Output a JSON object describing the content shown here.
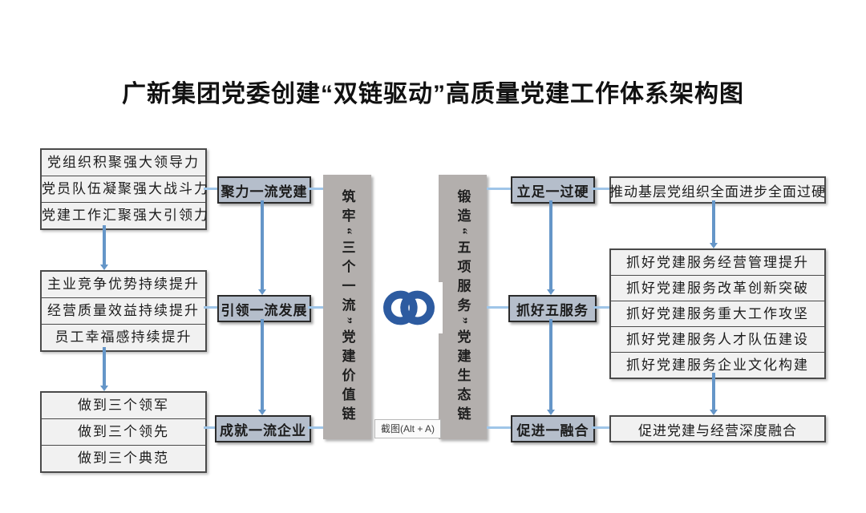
{
  "title": "广新集团党委创建“双链驱动”高质量党建工作体系架构图",
  "left_groups": [
    {
      "items": [
        "党组织积聚强大领导力",
        "党员队伍凝聚强大战斗力",
        "党建工作汇聚强大引领力"
      ]
    },
    {
      "items": [
        "主业竞争优势持续提升",
        "经营质量效益持续提升",
        "员工幸福感持续提升"
      ]
    },
    {
      "items": [
        "做到三个领军",
        "做到三个领先",
        "做到三个典范"
      ]
    }
  ],
  "value_nodes": [
    "聚力一流党建",
    "引领一流发展",
    "成就一流企业"
  ],
  "bars": {
    "value_chain": "筑牢“三个一流”党建价值链",
    "eco_chain": "锻造“五项服务”党建生态链"
  },
  "eco_nodes": [
    "立足一过硬",
    "抓好五服务",
    "促进一融合"
  ],
  "right": {
    "top": "推动基层党组织全面进步全面过硬",
    "group": [
      "抓好党建服务经营管理提升",
      "抓好党建服务改革创新突破",
      "抓好党建服务重大工作攻坚",
      "抓好党建服务人才队伍建设",
      "抓好党建服务企业文化构建"
    ],
    "bottom": "促进党建与经营深度融合"
  },
  "tooltip": {
    "label": "截图(Alt + A)"
  },
  "icons": {
    "center": "chain-link-icon"
  },
  "colors": {
    "node_fill": "#b5becb",
    "box_fill": "#f1f1f1",
    "bar_fill": "#b3afad",
    "chain_blue": "#2d5ba0",
    "connector_thin": "#9fc5e8",
    "connector_thick": "#6596c8"
  }
}
